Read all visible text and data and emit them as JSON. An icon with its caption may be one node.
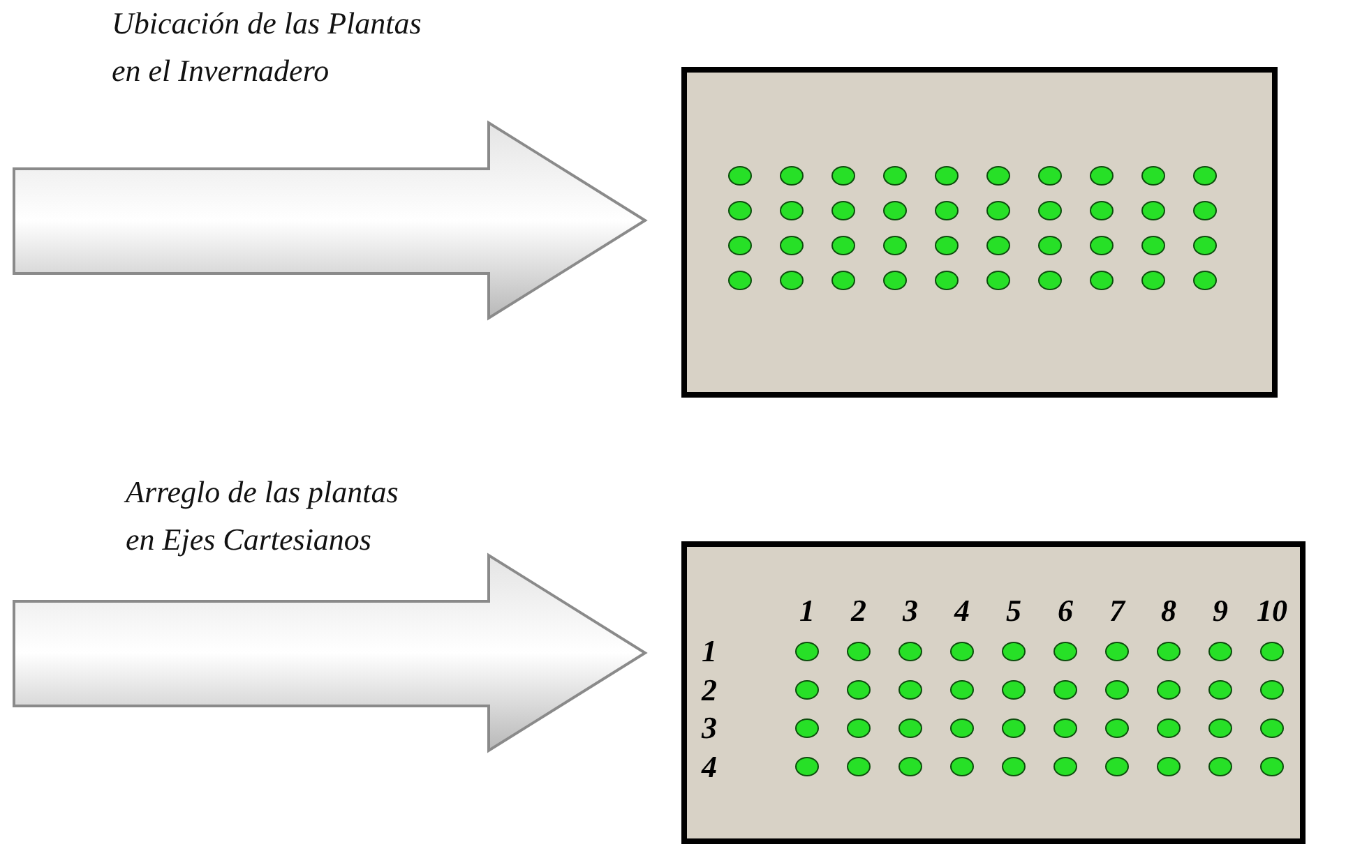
{
  "diagram": {
    "nodes": [
      {
        "text": [
          "Ubicación de las Plantas en el Invernadero"
        ]
      },
      {
        "text": [],
        "shape": "box"
      },
      {
        "text": [
          "Arreglo de las plantas en Ejes Cartesianos"
        ]
      },
      {
        "text": [],
        "shape": "box"
      }
    ],
    "edges": [
      {
        "from": 0,
        "to": 1,
        "arrow": "to",
        "style": "thick"
      },
      {
        "from": 2,
        "to": 3,
        "arrow": "to",
        "style": "thick"
      }
    ],
    "labels": [
      "1",
      "2",
      "3",
      "4",
      "5",
      "6",
      "7",
      "8",
      "9",
      "10",
      "1",
      "2",
      "3",
      "4"
    ]
  }
}
